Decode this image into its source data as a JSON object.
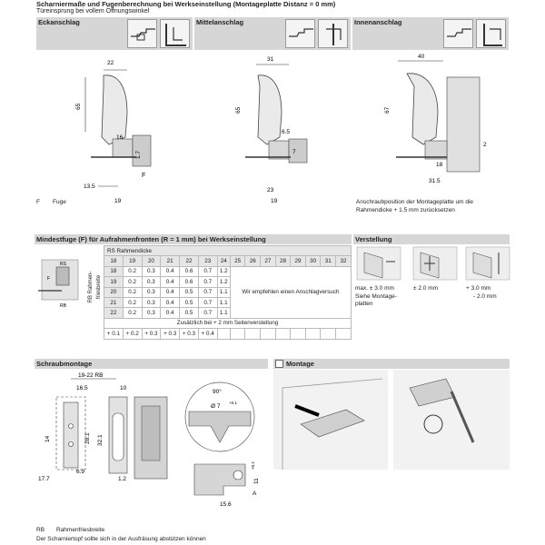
{
  "header": {
    "title": "Scharniermaße und Fugenberechnung bei Werkseinstellung (Montageplatte Distanz = 0 mm)",
    "subtitle": "Türeinsprung bei vollem Öffnungswinkel"
  },
  "sections": {
    "ecken": {
      "title": "Eckanschlag",
      "dims": [
        "22",
        "65",
        "16",
        "1.7",
        "13.5",
        "19"
      ],
      "f_label": "F"
    },
    "mitten": {
      "title": "Mittelanschlag",
      "dims": [
        "31",
        "65",
        "6.5",
        "7",
        "23",
        "19"
      ]
    },
    "innen": {
      "title": "Innenanschlag",
      "dims": [
        "40",
        "67",
        "2",
        "18",
        "31.5"
      ],
      "note": "Anschraubposition der Montageplatte um die Rahmendicke + 1.5 mm zurücksetzen"
    },
    "legend_f": {
      "key": "F",
      "value": "Fuge"
    }
  },
  "mindestfuge": {
    "title": "Mindestfuge (F) für Aufrahmenfronten (R = 1 mm) bei Werkseinstellung",
    "rs_label": "RS Rahmendicke",
    "vert_label": "RB Rahmen-friesbreite",
    "columns": [
      "18",
      "19",
      "20",
      "21",
      "22",
      "23",
      "24",
      "25",
      "26",
      "27",
      "28",
      "29",
      "30",
      "31",
      "32"
    ],
    "rows": [
      {
        "rb": "18",
        "values": [
          "0.2",
          "0.3",
          "0.4",
          "0.6",
          "0.7",
          "1.2"
        ]
      },
      {
        "rb": "19",
        "values": [
          "0.2",
          "0.3",
          "0.4",
          "0.6",
          "0.7",
          "1.2"
        ]
      },
      {
        "rb": "20",
        "values": [
          "0.2",
          "0.3",
          "0.4",
          "0.5",
          "0.7",
          "1.1"
        ]
      },
      {
        "rb": "21",
        "values": [
          "0.2",
          "0.3",
          "0.4",
          "0.5",
          "0.7",
          "1.1"
        ]
      },
      {
        "rb": "22",
        "values": [
          "0.2",
          "0.3",
          "0.4",
          "0.5",
          "0.7",
          "1.1"
        ]
      }
    ],
    "recommend": "Wir empfehlen einen Anschlagversuch",
    "additional": "Zusätzlich bei + 2 mm Seitenverstellung",
    "additional_values": [
      "+ 0.1",
      "+ 0.2",
      "+ 0.3",
      "+ 0.3",
      "+ 0.3",
      "+ 0.4"
    ],
    "diagram_labels": [
      "RS",
      "F",
      "RB"
    ]
  },
  "verstellung": {
    "title": "Verstellung",
    "items": [
      "max. ± 3.0 mm",
      "± 2.0 mm",
      "+ 3.0 mm"
    ],
    "sub_left": "Siehe Montage-platten",
    "sub_right": "- 2.0 mm"
  },
  "schraubmontage": {
    "title": "Schraubmontage",
    "dims": [
      "19-22 RB",
      "16.5",
      "10",
      "14",
      "28.1",
      "32.1",
      "17.7",
      "6.9",
      "1.2",
      "90°",
      "Ø 7",
      "+0.1",
      "15.6",
      "11",
      "+0.1",
      "A"
    ]
  },
  "montage": {
    "title": "Montage"
  },
  "footer": {
    "rb_key": "RB",
    "rb_value": "Rahmenfriesbreite",
    "note": "Der Scharniertopf sollte sich in der Ausfräsung abstützen können"
  }
}
